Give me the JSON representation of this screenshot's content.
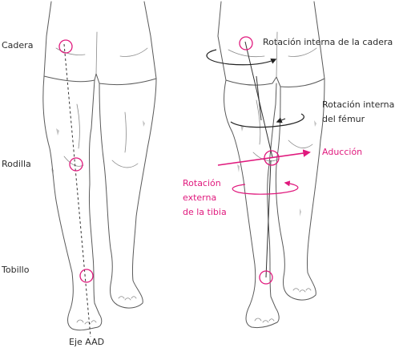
{
  "labels": {
    "cadera": "Cadera",
    "rodilla": "Rodilla",
    "tobillo": "Tobillo",
    "eje": "Eje AAD",
    "rot_int_cadera": "Rotación interna de la cadera",
    "rot_int_femur_1": "Rotación interna",
    "rot_int_femur_2": "del fémur",
    "aduccion": "Aducción",
    "rot_ext_tibia_1": "Rotación",
    "rot_ext_tibia_2": "externa",
    "rot_ext_tibia_3": "de la tibia"
  },
  "colors": {
    "accent": "#e0197d",
    "ink": "#2b2b2b",
    "sketch": "#5a5a5a"
  }
}
